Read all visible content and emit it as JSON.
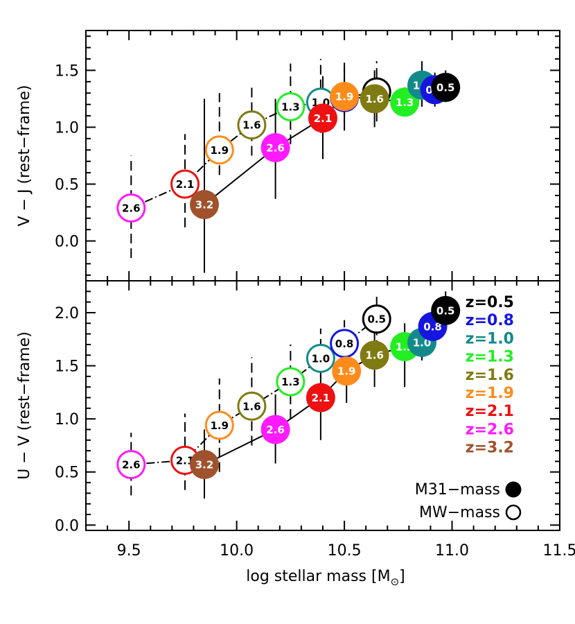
{
  "chart_data": {
    "type": "scatter",
    "xlabel": "log stellar mass [M",
    "xlabel_sub": "⊙",
    "xlabel_close": "]",
    "xlim": [
      9.3,
      11.5
    ],
    "xticks": [
      "9.5",
      "10.0",
      "10.5",
      "11.0",
      "11.5"
    ],
    "panels": [
      {
        "ylabel": "V − J  (rest−frame)",
        "ylim": [
          -0.35,
          1.85
        ],
        "yticks": [
          "0.0",
          "0.5",
          "1.0",
          "1.5"
        ],
        "ytick_values": [
          0.0,
          0.5,
          1.0,
          1.5
        ],
        "series": [
          {
            "name": "M31-mass",
            "filled": true,
            "points": [
              {
                "z": "3.2",
                "x": 9.85,
                "y": 0.32,
                "err": [
                  -0.28,
                  1.25
                ]
              },
              {
                "z": "2.6",
                "x": 10.18,
                "y": 0.82,
                "err": [
                  0.37,
                  1.25
                ]
              },
              {
                "z": "2.1",
                "x": 10.4,
                "y": 1.08,
                "err": [
                  0.72,
                  1.45
                ]
              },
              {
                "z": "1.9",
                "x": 10.5,
                "y": 1.27,
                "err": [
                  1.05,
                  1.52
                ]
              },
              {
                "z": "1.6",
                "x": 10.64,
                "y": 1.25,
                "err": [
                  1.0,
                  1.5
                ]
              },
              {
                "z": "1.3",
                "x": 10.78,
                "y": 1.22,
                "err": [
                  1.12,
                  1.35
                ]
              },
              {
                "z": "1.0",
                "x": 10.86,
                "y": 1.37,
                "err": [
                  1.18,
                  1.58
                ]
              },
              {
                "z": "0.8",
                "x": 10.92,
                "y": 1.33,
                "err": [
                  1.18,
                  1.48
                ]
              },
              {
                "z": "0.5",
                "x": 10.97,
                "y": 1.35,
                "err": [
                  1.22,
                  1.5
                ]
              }
            ]
          },
          {
            "name": "MW-mass",
            "filled": false,
            "points": [
              {
                "z": "2.6",
                "x": 9.51,
                "y": 0.29,
                "err": [
                  -0.15,
                  0.75
                ]
              },
              {
                "z": "2.1",
                "x": 9.76,
                "y": 0.5,
                "err": [
                  0.12,
                  0.94
                ]
              },
              {
                "z": "1.9",
                "x": 9.92,
                "y": 0.8,
                "err": [
                  0.58,
                  1.3
                ]
              },
              {
                "z": "1.6",
                "x": 10.07,
                "y": 1.02,
                "err": [
                  0.75,
                  1.38
                ]
              },
              {
                "z": "1.3",
                "x": 10.25,
                "y": 1.18,
                "err": [
                  0.85,
                  1.56
                ]
              },
              {
                "z": "1.0",
                "x": 10.39,
                "y": 1.22,
                "err": [
                  0.95,
                  1.6
                ]
              },
              {
                "z": "0.8",
                "x": 10.5,
                "y": 1.26,
                "err": [
                  0.97,
                  1.6
                ]
              },
              {
                "z": "0.5",
                "x": 10.65,
                "y": 1.31,
                "err": [
                  1.05,
                  1.58
                ]
              }
            ]
          }
        ]
      },
      {
        "ylabel": "U − V (rest−frame)",
        "ylim": [
          -0.05,
          2.3
        ],
        "yticks": [
          "0.0",
          "0.5",
          "1.0",
          "1.5",
          "2.0"
        ],
        "ytick_values": [
          0.0,
          0.5,
          1.0,
          1.5,
          2.0
        ],
        "series": [
          {
            "name": "M31-mass",
            "filled": true,
            "points": [
              {
                "z": "3.2",
                "x": 9.85,
                "y": 0.57,
                "err": [
                  0.25,
                  0.9
                ]
              },
              {
                "z": "2.6",
                "x": 10.18,
                "y": 0.9,
                "err": [
                  0.58,
                  1.23
                ]
              },
              {
                "z": "2.1",
                "x": 10.39,
                "y": 1.2,
                "err": [
                  0.8,
                  1.55
                ]
              },
              {
                "z": "1.9",
                "x": 10.51,
                "y": 1.45,
                "err": [
                  1.15,
                  1.75
                ]
              },
              {
                "z": "1.6",
                "x": 10.64,
                "y": 1.6,
                "err": [
                  1.3,
                  1.9
                ]
              },
              {
                "z": "1.3",
                "x": 10.78,
                "y": 1.68,
                "err": [
                  1.3,
                  1.9
                ]
              },
              {
                "z": "1.0",
                "x": 10.86,
                "y": 1.72,
                "err": [
                  1.55,
                  1.95
                ]
              },
              {
                "z": "0.8",
                "x": 10.91,
                "y": 1.87,
                "err": [
                  1.7,
                  2.05
                ]
              },
              {
                "z": "0.5",
                "x": 10.97,
                "y": 2.02,
                "err": [
                  1.85,
                  2.2
                ]
              }
            ]
          },
          {
            "name": "MW-mass",
            "filled": false,
            "points": [
              {
                "z": "2.6",
                "x": 9.51,
                "y": 0.57,
                "err": [
                  0.28,
                  0.87
                ]
              },
              {
                "z": "2.1",
                "x": 9.76,
                "y": 0.61,
                "err": [
                  0.33,
                  1.05
                ]
              },
              {
                "z": "1.9",
                "x": 9.92,
                "y": 0.94,
                "err": [
                  0.5,
                  1.38
                ]
              },
              {
                "z": "1.6",
                "x": 10.07,
                "y": 1.12,
                "err": [
                  0.75,
                  1.58
                ]
              },
              {
                "z": "1.3",
                "x": 10.25,
                "y": 1.35,
                "err": [
                  1.0,
                  1.7
                ]
              },
              {
                "z": "1.0",
                "x": 10.39,
                "y": 1.57,
                "err": [
                  1.25,
                  1.85
                ]
              },
              {
                "z": "0.8",
                "x": 10.5,
                "y": 1.71,
                "err": [
                  1.45,
                  1.93
                ]
              },
              {
                "z": "0.5",
                "x": 10.65,
                "y": 1.94,
                "err": [
                  1.65,
                  2.15
                ]
              }
            ]
          }
        ]
      }
    ],
    "legend": {
      "placement": "right",
      "redshifts": [
        {
          "label": "z=0.5",
          "z": "0.5"
        },
        {
          "label": "z=0.8",
          "z": "0.8"
        },
        {
          "label": "z=1.0",
          "z": "1.0"
        },
        {
          "label": "z=1.3",
          "z": "1.3"
        },
        {
          "label": "z=1.6",
          "z": "1.6"
        },
        {
          "label": "z=1.9",
          "z": "1.9"
        },
        {
          "label": "z=2.1",
          "z": "2.1"
        },
        {
          "label": "z=2.6",
          "z": "2.6"
        },
        {
          "label": "z=3.2",
          "z": "3.2"
        }
      ],
      "markers": [
        {
          "label": "M31−mass",
          "filled": true
        },
        {
          "label": "MW−mass",
          "filled": false
        }
      ]
    },
    "colors": {
      "0.5": "#000000",
      "0.8": "#1515e0",
      "1.0": "#138a8a",
      "1.3": "#22ee22",
      "1.6": "#807a12",
      "1.9": "#ff8c1a",
      "2.1": "#ee1111",
      "2.6": "#ff1aff",
      "3.2": "#a0522d"
    }
  }
}
